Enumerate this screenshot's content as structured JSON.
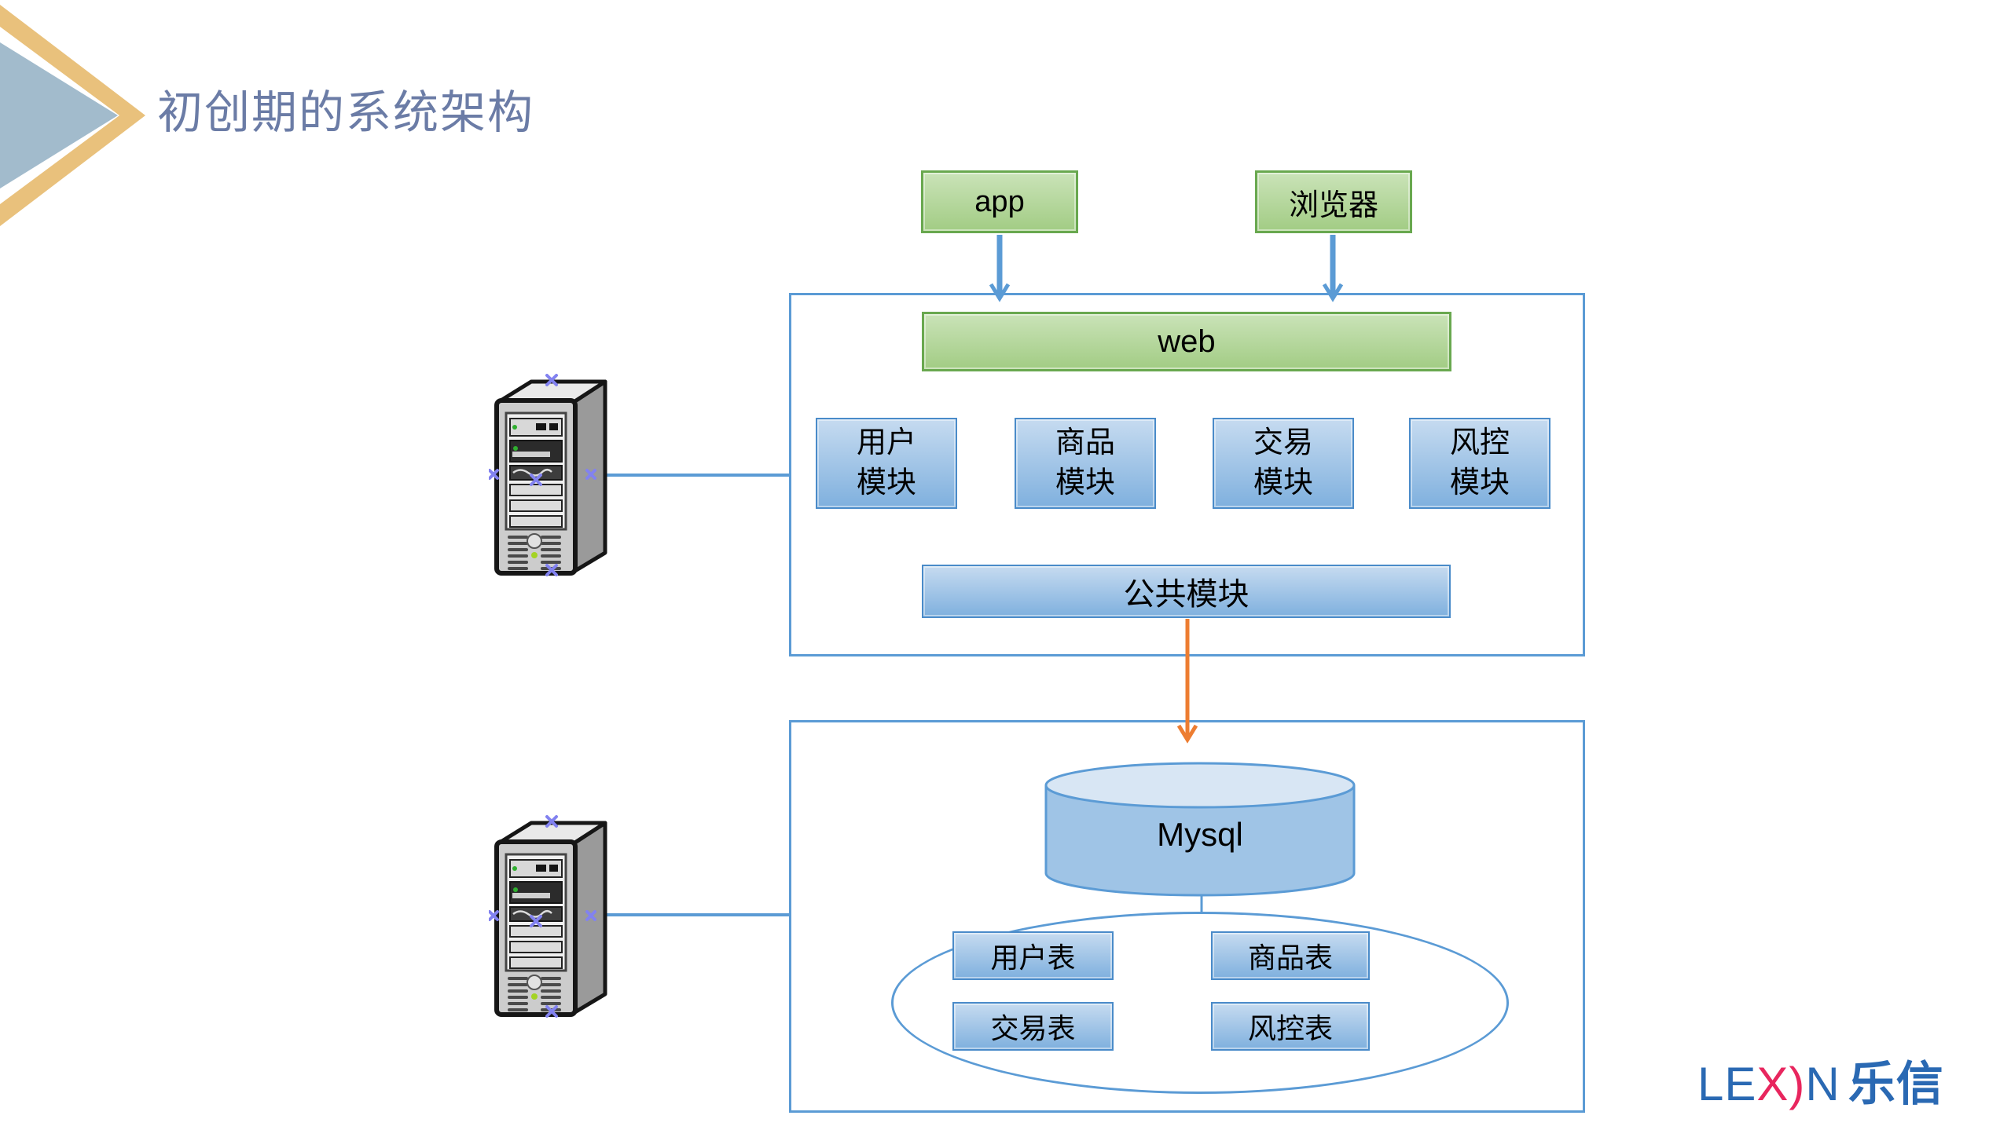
{
  "colors": {
    "title-color": "#6b7ca6",
    "chevron-gold": "#e9c17c",
    "chevron-slate": "#a2bbcc",
    "green-fill-top": "#cae3b8",
    "green-fill-bottom": "#a2cc84",
    "green-border": "#69a84f",
    "blue-fill-top": "#c6dbf0",
    "blue-fill-bottom": "#7fb0de",
    "blue-border": "#4a8bc9",
    "line-blue": "#5b9bd5",
    "arrow-orange": "#ed7d31",
    "logo-blue": "#2a69b3",
    "logo-pink": "#e8265e"
  },
  "slide": {
    "title": "初创期的系统架构"
  },
  "clients": {
    "app": "app",
    "browser": "浏览器"
  },
  "web_tier": {
    "web": "web",
    "modules": [
      {
        "label": "用户\n模块"
      },
      {
        "label": "商品\n模块"
      },
      {
        "label": "交易\n模块"
      },
      {
        "label": "风控\n模块"
      }
    ],
    "common": "公共模块"
  },
  "data_tier": {
    "database": "Mysql",
    "tables": [
      "用户表",
      "商品表",
      "交易表",
      "风控表"
    ]
  },
  "logo": {
    "le": "LE",
    "x": "X",
    "paren": ")",
    "n": "N",
    "cn": "乐信"
  }
}
